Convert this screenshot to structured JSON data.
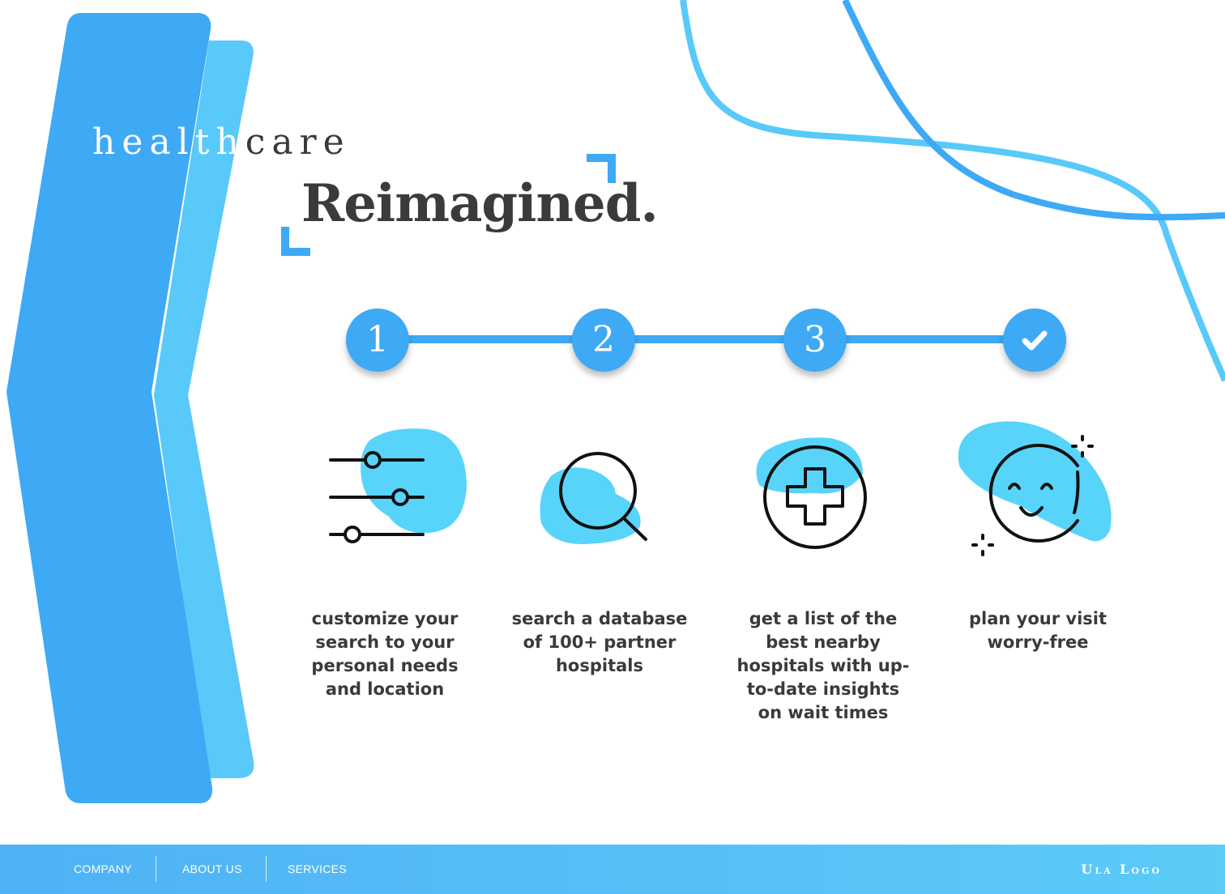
{
  "hero": {
    "title_part1": "health",
    "title_part2": "care",
    "headline": "Reimagined."
  },
  "steps": [
    {
      "marker": "1",
      "icon": "sliders-icon",
      "text": "customize your search to your personal needs and location"
    },
    {
      "marker": "2",
      "icon": "search-icon",
      "text": "search a database of 100+ partner hospitals"
    },
    {
      "marker": "3",
      "icon": "medical-cross-icon",
      "text": "get a list of the best nearby hospitals with up-to-date insights on wait times"
    },
    {
      "marker": "check-icon",
      "icon": "smiley-icon",
      "text": "plan your visit worry-free"
    }
  ],
  "footer": {
    "nav": [
      "COMPANY",
      "ABOUT US",
      "SERVICES"
    ],
    "logo": "Ula Logo"
  },
  "colors": {
    "accent": "#3ea9f5",
    "accent_light": "#58c9f9",
    "text": "#3a3a3a",
    "white": "#ffffff"
  }
}
